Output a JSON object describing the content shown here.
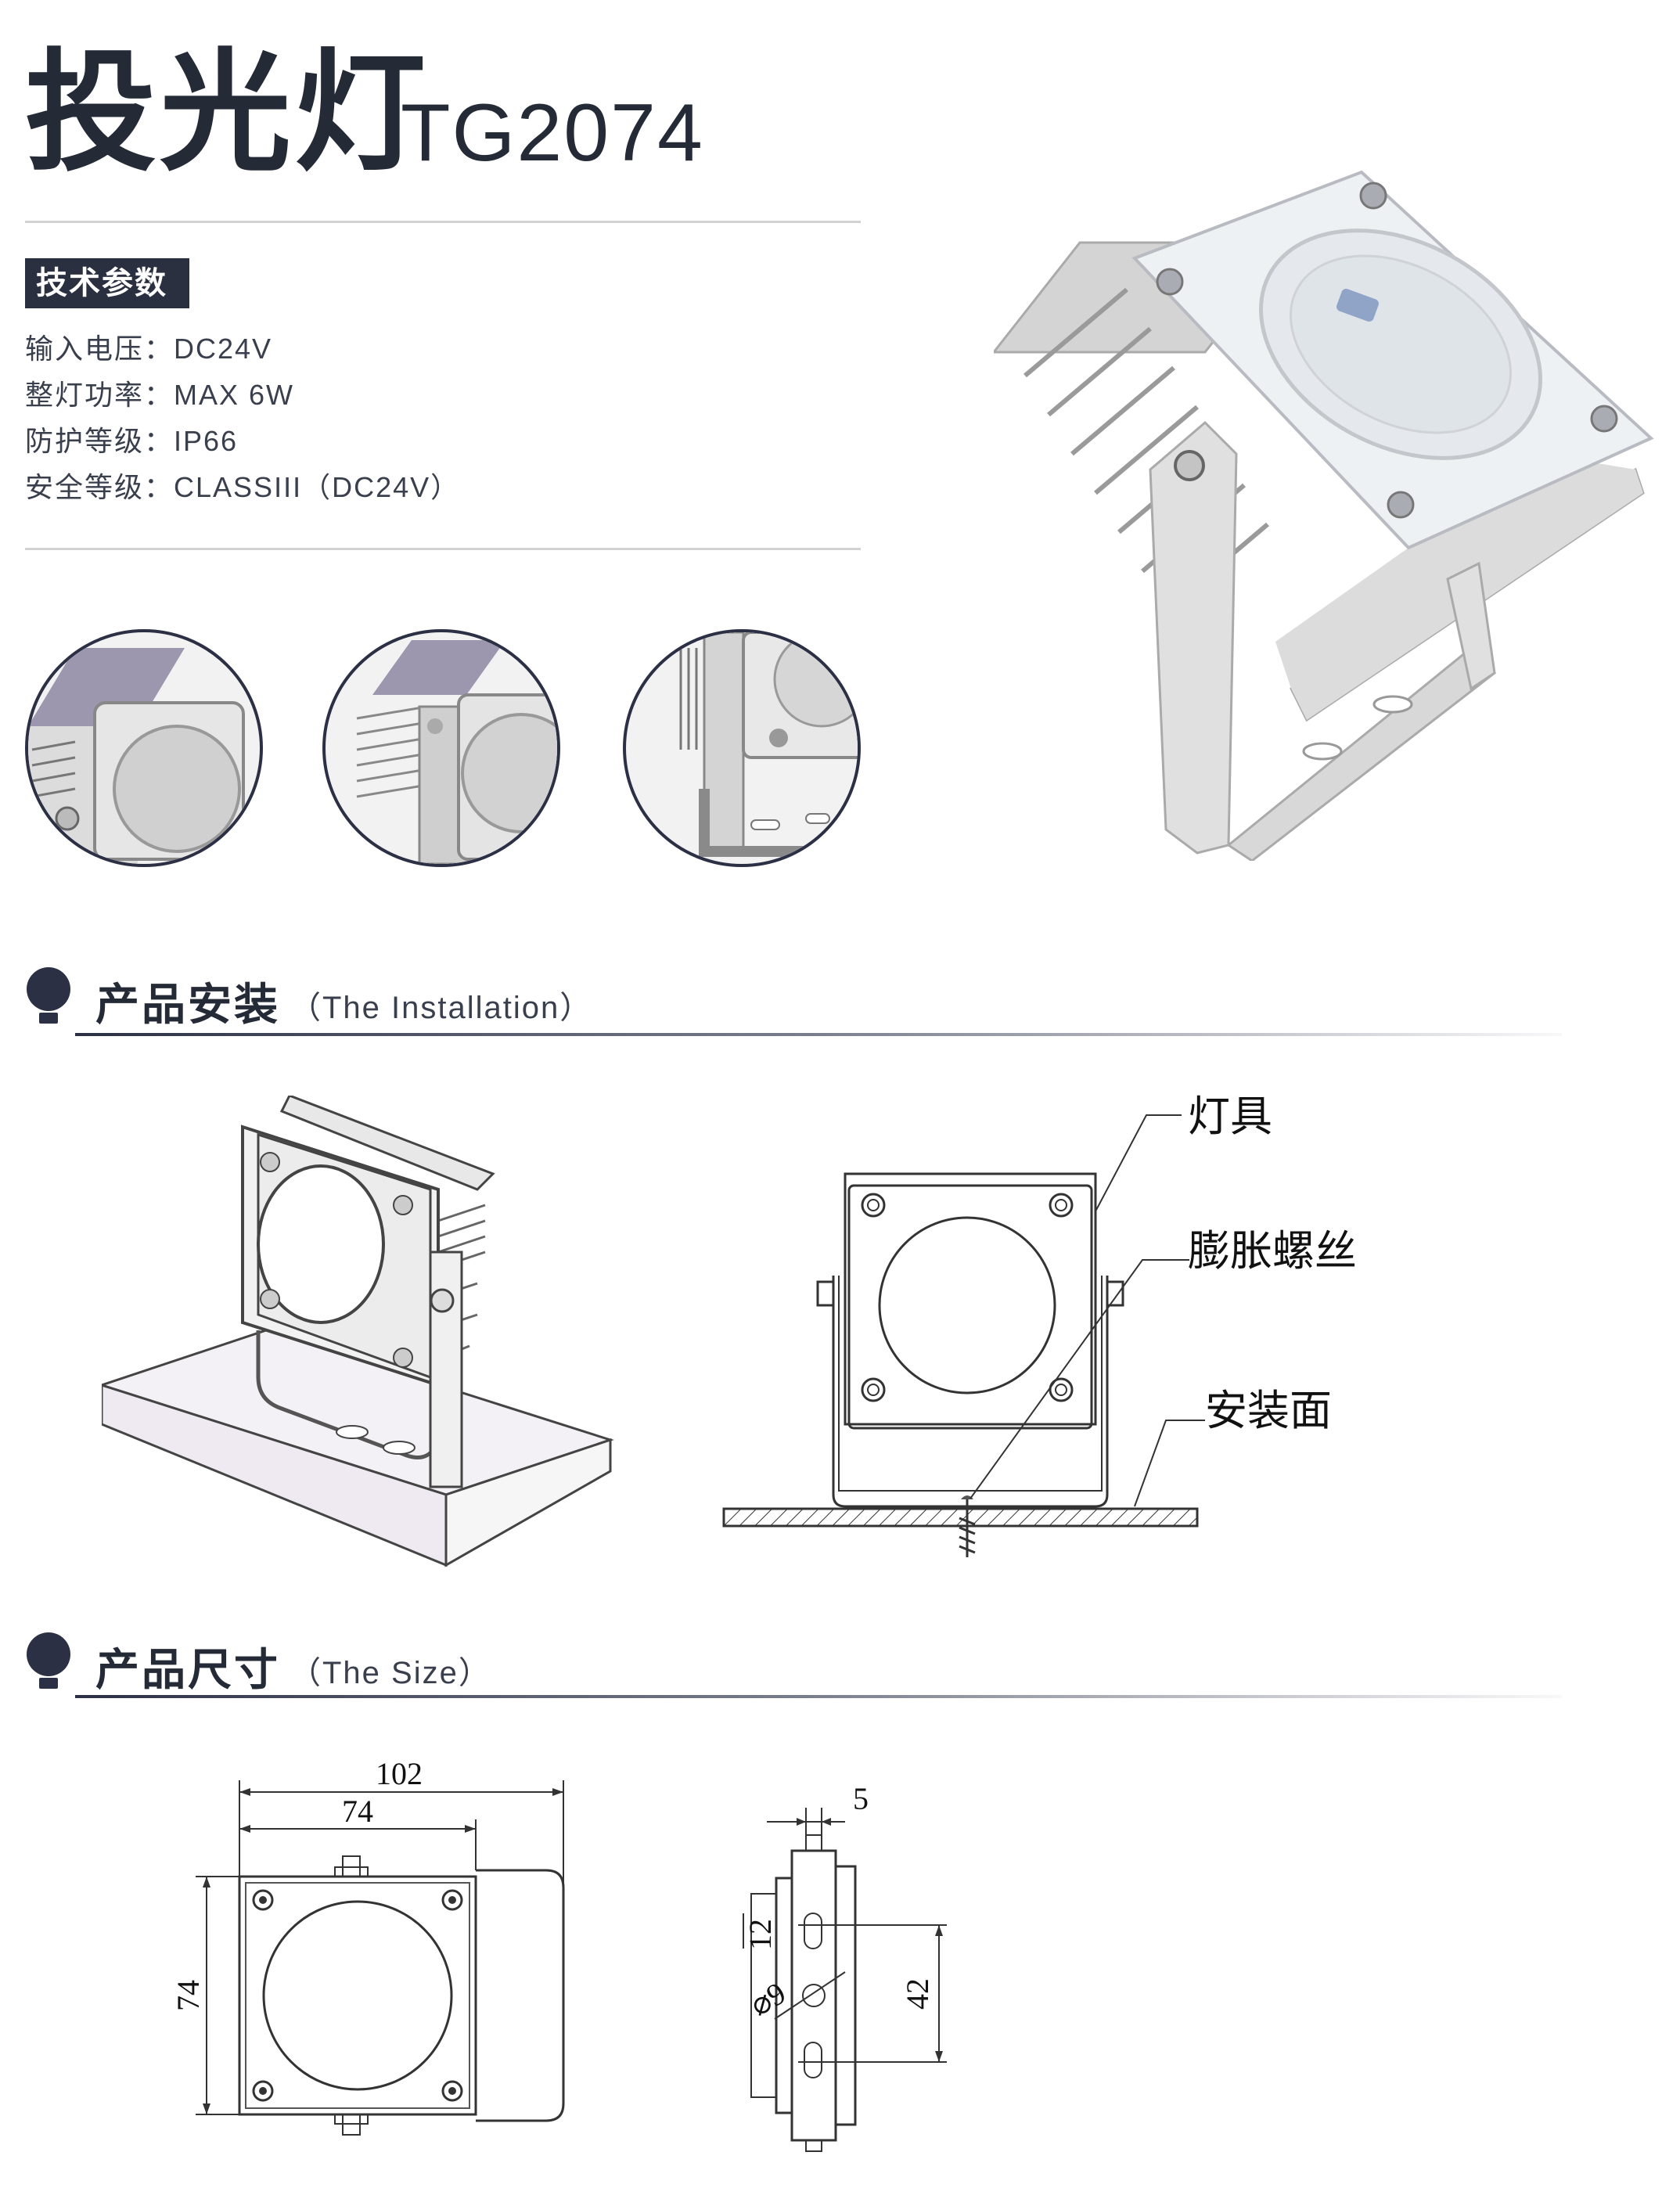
{
  "header": {
    "title_cn": "投光灯",
    "model": "TG2074"
  },
  "specs": {
    "section_label": "技术参数",
    "items": [
      {
        "label": "输入电压：",
        "value": "DC24V"
      },
      {
        "label": "整灯功率：",
        "value": "MAX 6W"
      },
      {
        "label": "防护等级：",
        "value": "IP66"
      },
      {
        "label": "安全等级：",
        "value": "CLASSIII（DC24V）"
      }
    ]
  },
  "installation": {
    "title": "产品安装",
    "subtitle": "（The Installation）",
    "callouts": {
      "fixture": "灯具",
      "screw": "膨胀螺丝",
      "surface": "安装面"
    }
  },
  "size": {
    "title": "产品尺寸",
    "subtitle": "（The Size）",
    "front": {
      "overall_width": "102",
      "body_width": "74",
      "height": "74"
    },
    "side": {
      "top": "5",
      "slot": "12",
      "hole": "⌀9",
      "spacing": "42"
    }
  },
  "colors": {
    "dark": "#252a37",
    "accent": "#2b3045",
    "rule": "#d2d2d2"
  }
}
